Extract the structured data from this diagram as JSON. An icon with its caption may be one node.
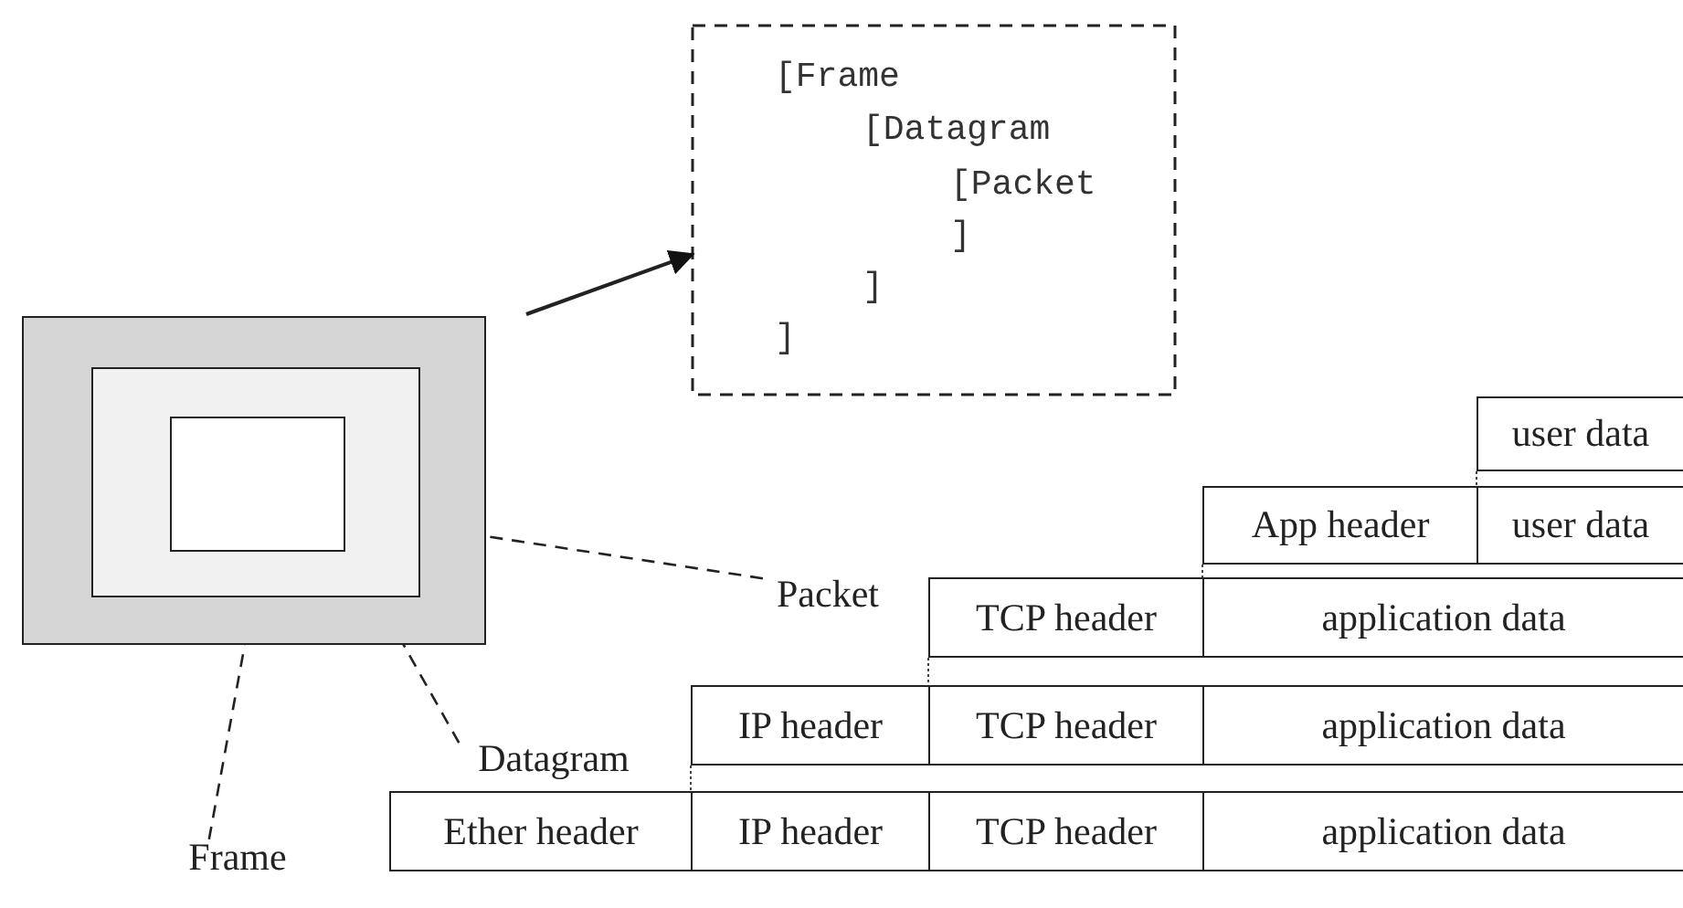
{
  "diagram": {
    "nodes": [
      {
        "text": [],
        "shape": "box"
      },
      {
        "text": [],
        "shape": "box",
        "in": 0
      },
      {
        "text": [],
        "shape": "box",
        "in": 1
      },
      {
        "text": [
          "[Frame",
          "[Datagram",
          "[Packet",
          "]",
          "]",
          "]"
        ]
      },
      {
        "text": [
          "Packet"
        ]
      },
      {
        "text": [
          "Datagram"
        ]
      },
      {
        "text": [
          "Frame"
        ]
      },
      {
        "text": [
          "user data"
        ]
      },
      {
        "text": [
          "App header"
        ]
      },
      {
        "text": [
          "user data"
        ]
      },
      {
        "text": [
          "TCP header"
        ]
      },
      {
        "text": [
          "application data"
        ]
      },
      {
        "text": [
          "IP header"
        ]
      },
      {
        "text": [
          "TCP header"
        ]
      },
      {
        "text": [
          "application data"
        ]
      },
      {
        "text": [
          "Ether header"
        ]
      },
      {
        "text": [
          "IP header"
        ]
      },
      {
        "text": [
          "TCP header"
        ]
      },
      {
        "text": [
          "application data"
        ]
      }
    ],
    "edges": [
      {
        "from": 0,
        "to": 3,
        "arrow": "to"
      },
      {
        "from": 4,
        "to": 2,
        "arrow": "none",
        "style": "dashed"
      },
      {
        "from": 5,
        "to": 1,
        "arrow": "none",
        "style": "dashed"
      },
      {
        "from": 6,
        "to": 0,
        "arrow": "none",
        "style": "dashed"
      }
    ]
  }
}
